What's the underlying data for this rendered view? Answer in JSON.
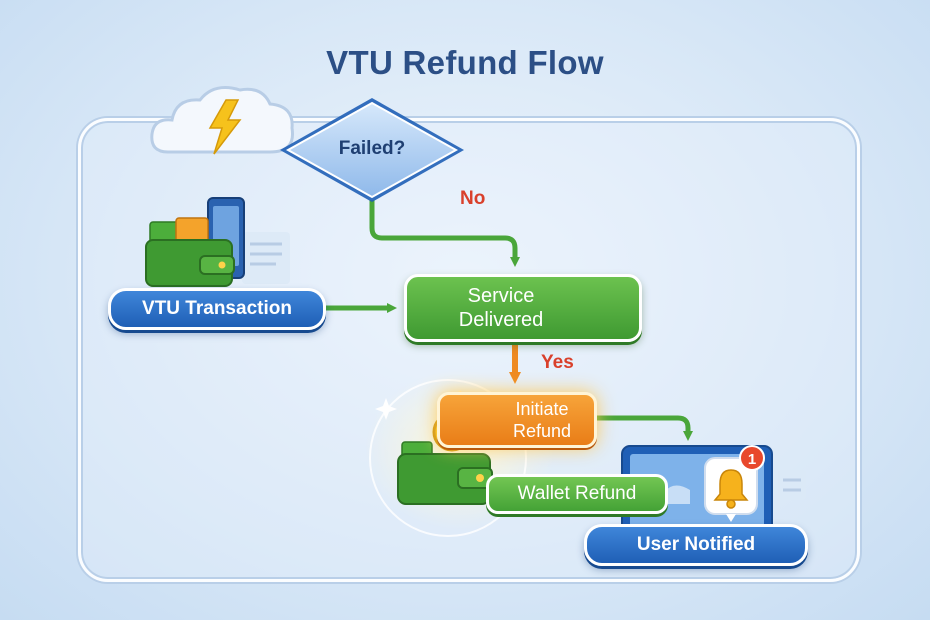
{
  "title": "VTU Refund Flow",
  "nodes": {
    "decision": "Failed?",
    "transaction": "VTU Transaction",
    "service": "Service\nDelivered",
    "initiate": "Initiate\nRefund",
    "wallet": "Wallet Refund",
    "notified": "User Notified"
  },
  "edge_labels": {
    "no": "No",
    "yes": "Yes"
  },
  "badge_count": "1",
  "colors": {
    "title": "#2c4f86",
    "blue_node": "#1f5fb6",
    "green_node": "#3f9a32",
    "orange_node": "#e97d17",
    "label_red": "#d9402b",
    "connector": "#4aa63a"
  },
  "icons": [
    "cloud-lightning-icon",
    "wallet-phone-icon",
    "check-circle-icon",
    "warning-icon",
    "coin-icon",
    "wallet-icon",
    "bell-icon",
    "monitor-icon"
  ]
}
